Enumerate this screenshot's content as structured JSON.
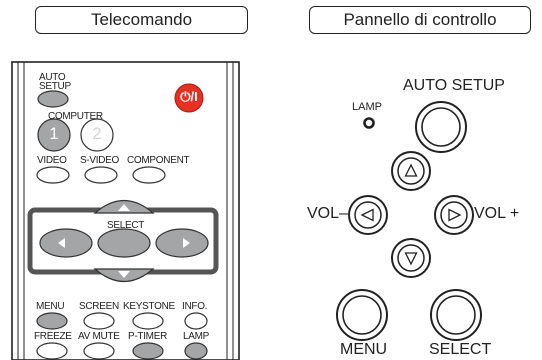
{
  "remote": {
    "title": "Telecomando",
    "buttons": {
      "auto_setup": "AUTO\nSETUP",
      "auto_setup_line1": "AUTO",
      "auto_setup_line2": "SETUP",
      "computer": "COMPUTER",
      "computer_1": "1",
      "computer_2": "2",
      "video": "VIDEO",
      "s_video": "S-VIDEO",
      "component": "COMPONENT",
      "select": "SELECT",
      "menu": "MENU",
      "screen": "SCREEN",
      "keystone": "KEYSTONE",
      "info": "INFO.",
      "freeze": "FREEZE",
      "av_mute": "AV MUTE",
      "p_timer": "P-TIMER",
      "lamp": "LAMP"
    },
    "colors": {
      "power": "#e53024",
      "button_fill": "#a3a5a7",
      "highlight_border": "#555555"
    }
  },
  "panel": {
    "title": "Pannello di controllo",
    "auto_setup": "AUTO SETUP",
    "lamp": "LAMP",
    "vol_minus": "VOL–",
    "vol_plus": "VOL +",
    "menu": "MENU",
    "select": "SELECT"
  }
}
